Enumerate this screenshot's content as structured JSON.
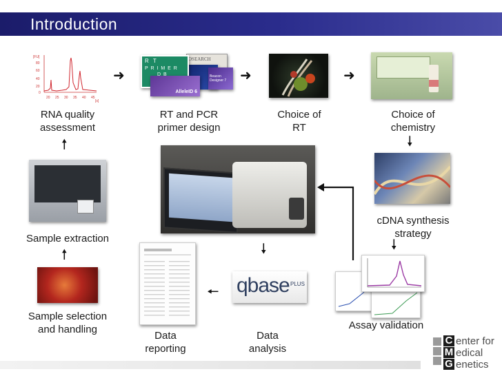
{
  "header": {
    "title": "Introduction"
  },
  "steps": {
    "rna_quality": "RNA quality\nassessment",
    "rt_pcr": "RT and PCR\nprimer design",
    "choice_rt": "Choice of\nRT",
    "choice_chem": "Choice of\nchemistry",
    "cdna": "cDNA synthesis\nstrategy",
    "assay": "Assay validation",
    "data_analysis": "Data\nanalysis",
    "data_reporting": "Data\nreporting",
    "sample_selection": "Sample selection\nand handling",
    "sample_extraction": "Sample extraction"
  },
  "rna_chart": {
    "y_ticks": [
      "80",
      "60",
      "40",
      "20",
      "0"
    ],
    "y_unit": "[FU]",
    "x_ticks": [
      "20",
      "25",
      "30",
      "35",
      "40",
      "45"
    ],
    "x_unit": "[s]"
  },
  "primer_tiles": {
    "rt": "R  T",
    "primer": "P R I M E R",
    "db": "D B",
    "oligo": "OSEARCH",
    "beacon": "Beacon\nDesigner 7",
    "allele": "AlleleID 6"
  },
  "qbase": {
    "logo_main": "qbase",
    "logo_sup": "PLUS"
  },
  "logo": {
    "line1_letter": "C",
    "line1_rest": "enter for",
    "line2_letter": "M",
    "line2_rest": "edical",
    "line3_letter": "G",
    "line3_rest": "enetics"
  },
  "colors": {
    "title_bar": "#1b1c6a",
    "accent": "#2a2c8c"
  }
}
